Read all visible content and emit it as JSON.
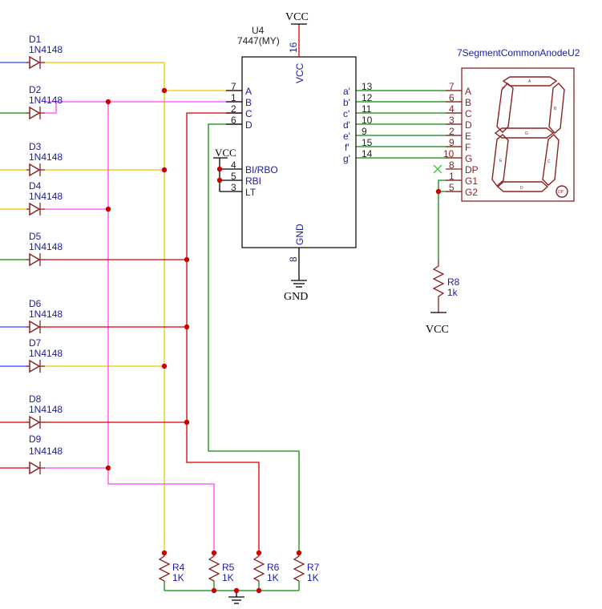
{
  "ic": {
    "ref": "U4",
    "value": "7447(MY)",
    "vcc_pin_label": "VCC",
    "vcc_pin_number": "16",
    "gnd_pin_label": "GND",
    "gnd_pin_number": "8",
    "left_pins": [
      {
        "num": "7",
        "name": "A"
      },
      {
        "num": "1",
        "name": "B"
      },
      {
        "num": "2",
        "name": "C"
      },
      {
        "num": "6",
        "name": "D"
      },
      {
        "num": "4",
        "name": "BI/RBO"
      },
      {
        "num": "5",
        "name": "RBI"
      },
      {
        "num": "3",
        "name": "LT"
      }
    ],
    "right_pins": [
      {
        "num": "13",
        "name": "a'"
      },
      {
        "num": "12",
        "name": "b'"
      },
      {
        "num": "11",
        "name": "c'"
      },
      {
        "num": "10",
        "name": "d'"
      },
      {
        "num": "9",
        "name": "e'"
      },
      {
        "num": "15",
        "name": "f'"
      },
      {
        "num": "14",
        "name": "g'"
      }
    ]
  },
  "display": {
    "name": "7SegmentCommonAnodeU2",
    "pins": [
      {
        "num": "7",
        "name": "A"
      },
      {
        "num": "6",
        "name": "B"
      },
      {
        "num": "4",
        "name": "C"
      },
      {
        "num": "3",
        "name": "D"
      },
      {
        "num": "2",
        "name": "E"
      },
      {
        "num": "9",
        "name": "F"
      },
      {
        "num": "10",
        "name": "G"
      },
      {
        "num": "8",
        "name": "DP"
      },
      {
        "num": "1",
        "name": "G1"
      },
      {
        "num": "5",
        "name": "G2"
      }
    ],
    "segments": [
      "A",
      "B",
      "C",
      "D",
      "E",
      "F",
      "G",
      "DP"
    ]
  },
  "power": {
    "vcc": "VCC",
    "gnd": "GND"
  },
  "diodes": [
    {
      "ref": "D1",
      "value": "1N4148"
    },
    {
      "ref": "D2",
      "value": "1N4148"
    },
    {
      "ref": "D3",
      "value": "1N4148"
    },
    {
      "ref": "D4",
      "value": "1N4148"
    },
    {
      "ref": "D5",
      "value": "1N4148"
    },
    {
      "ref": "D6",
      "value": "1N4148"
    },
    {
      "ref": "D7",
      "value": "1N4148"
    },
    {
      "ref": "D8",
      "value": "1N4148"
    },
    {
      "ref": "D9",
      "value": "1N4148"
    }
  ],
  "resistors": [
    {
      "ref": "R4",
      "value": "1K"
    },
    {
      "ref": "R5",
      "value": "1K"
    },
    {
      "ref": "R6",
      "value": "1K"
    },
    {
      "ref": "R7",
      "value": "1K"
    },
    {
      "ref": "R8",
      "value": "1k"
    }
  ],
  "colors": {
    "wire_a": "#f2c500",
    "wire_b": "#ff44ff",
    "wire_c": "#d40000",
    "wire_d": "#0a8a0a",
    "wire_in_blue": "#3f3fff",
    "component": "#8b2222",
    "junction": "#cc0000",
    "pin_text": "#1a1aa6"
  }
}
